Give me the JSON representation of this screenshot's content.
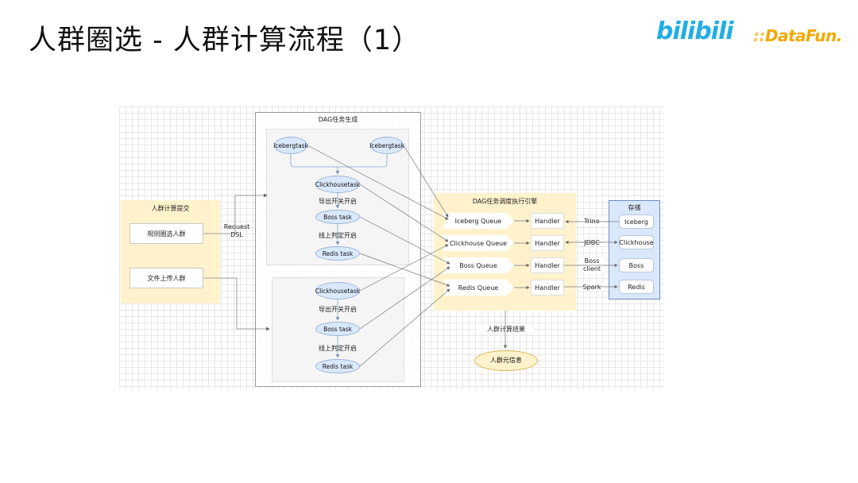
{
  "slide": {
    "title": "人群圈选 - 人群计算流程（1）",
    "logo_bili": "bilibili",
    "logo_datafun_dots": "::",
    "logo_datafun": "DataFun."
  },
  "colors": {
    "accent_blue": "#23ade5",
    "datafun_orange": "#f2a900",
    "submit_panel": "#fff2cc",
    "engine_panel": "#fff2cc",
    "storage_panel": "#dae8fc",
    "task_ellipse": "#dae8fc"
  },
  "diagram": {
    "submit": {
      "title": "人群计算提交",
      "rule_crowd": "规则圈选人群",
      "file_crowd": "文件上传人群",
      "request_line1": "Request",
      "request_line2": "DSL"
    },
    "dag_gen": {
      "title": "DAG任务生成",
      "iceberg_task_a": [
        "Iceberg",
        "task"
      ],
      "iceberg_task_b": [
        "Iceberg",
        "task"
      ],
      "clickhouse_task_1": [
        "Clickhouse",
        "task"
      ],
      "export_switch_1": "导出开关开启",
      "boss_task_1": "Boss task",
      "online_check_1": "线上判定开启",
      "redis_task_1": "Redis task",
      "clickhouse_task_2": [
        "Clickhouse",
        "task"
      ],
      "export_switch_2": "导出开关开启",
      "boss_task_2": "Boss task",
      "online_check_2": "线上判定开启",
      "redis_task_2": "Redis task"
    },
    "engine": {
      "title": "DAG任务调度执行引擎",
      "queues": [
        "Iceberg Queue",
        "Clickhouse Queue",
        "Boss Queue",
        "Redis Queue"
      ],
      "handler": "Handler"
    },
    "connectors": {
      "trino": "Trino",
      "jdbc": "JDBC",
      "boss_client_1": "Boss",
      "boss_client_2": "client",
      "spark": "Spark"
    },
    "storage": {
      "title": "存储",
      "items": [
        "Iceberg",
        "Clickhouse",
        "Boss",
        "Redis"
      ]
    },
    "result": {
      "label": "人群计算结果",
      "meta": "人群元信息"
    }
  }
}
